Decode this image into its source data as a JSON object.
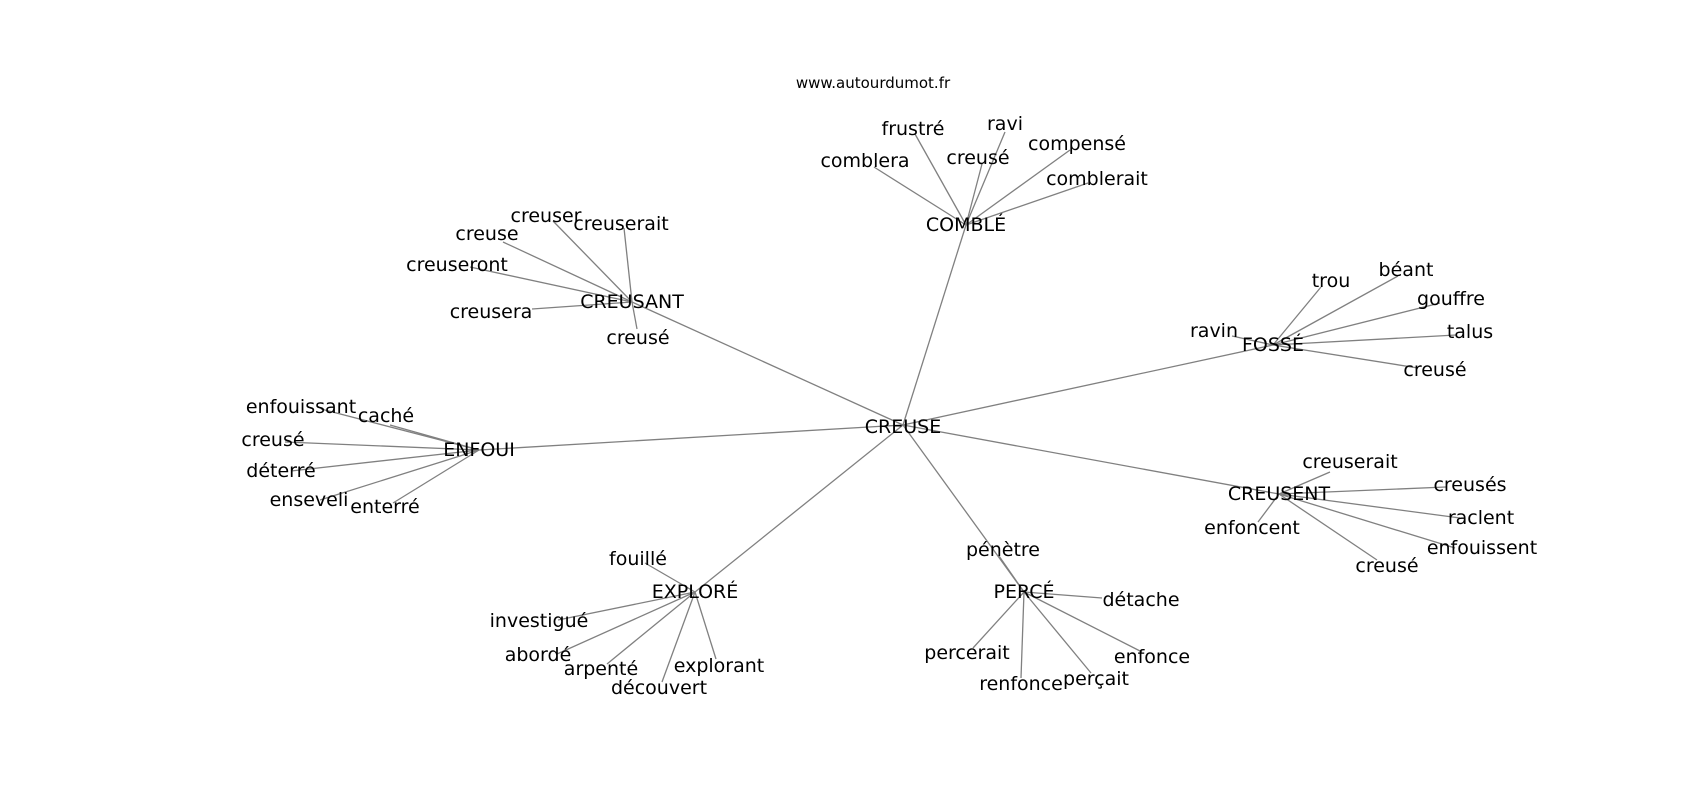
{
  "site": "www.autourdumot.fr",
  "center": "CREUSE",
  "clusters": [
    {
      "label": "CREUSANT",
      "words": [
        "creuser",
        "creuserait",
        "creuse",
        "creuseront",
        "creusera",
        "creusé"
      ]
    },
    {
      "label": "COMBLÉ",
      "words": [
        "frustré",
        "ravi",
        "creusé",
        "compensé",
        "comblera",
        "comblerait"
      ]
    },
    {
      "label": "FOSSÉ",
      "words": [
        "trou",
        "béant",
        "gouffre",
        "ravin",
        "talus",
        "creusé"
      ]
    },
    {
      "label": "ENFOUI",
      "words": [
        "enfouissant",
        "caché",
        "creusé",
        "déterré",
        "enseveli",
        "enterré"
      ]
    },
    {
      "label": "CREUSENT",
      "words": [
        "creuserait",
        "creusés",
        "raclent",
        "enfoncent",
        "enfouissent",
        "creusé"
      ]
    },
    {
      "label": "EXPLORÉ",
      "words": [
        "fouillé",
        "investigué",
        "abordé",
        "arpenté",
        "explorant",
        "découvert"
      ]
    },
    {
      "label": "PERCÉ",
      "words": [
        "pénètre",
        "détache",
        "percerait",
        "enfonce",
        "renfonce",
        "perçait"
      ]
    }
  ]
}
